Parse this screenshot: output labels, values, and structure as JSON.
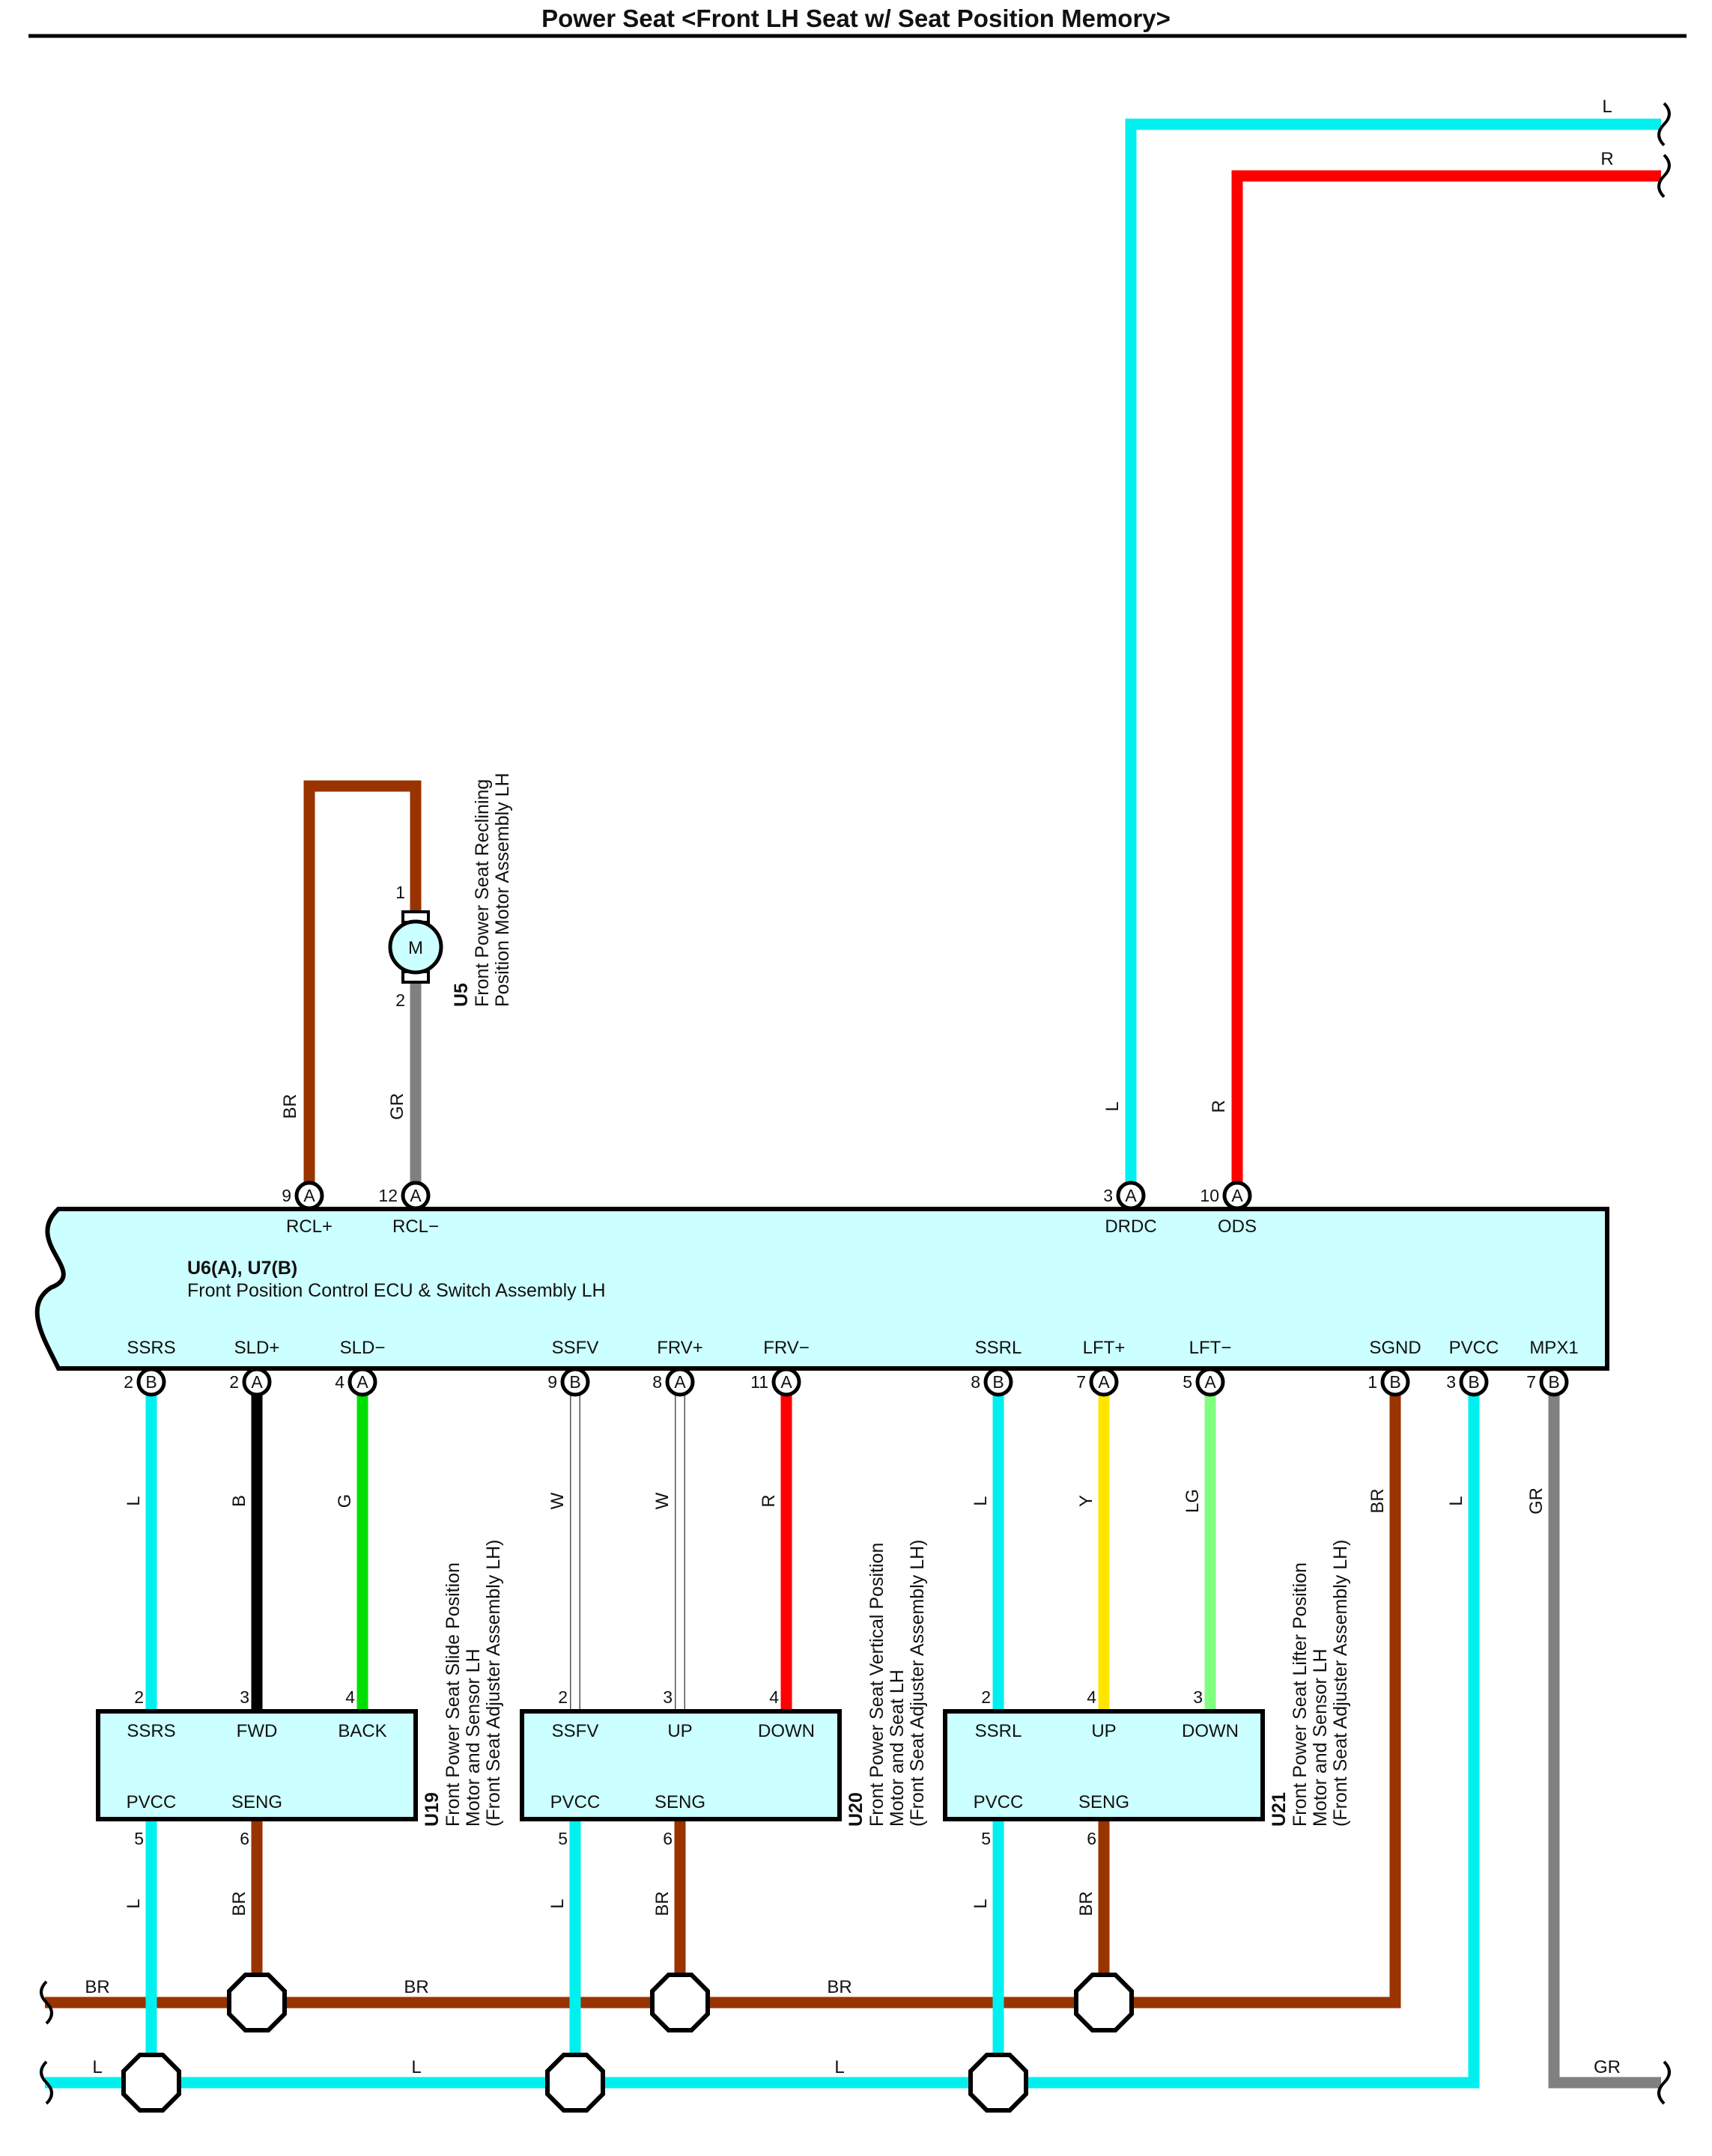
{
  "title": "Power Seat <Front LH Seat w/ Seat Position Memory>",
  "colors": {
    "L": "#00f0f0",
    "R": "#ff0000",
    "BR": "#993300",
    "GR": "#808080",
    "B": "#000000",
    "G": "#00e000",
    "W": "#ffffff",
    "Y": "#ffe600",
    "LG": "#80ff80",
    "body_fill": "#ccffff"
  },
  "ecu": {
    "id": "U6(A), U7(B)",
    "name": "Front Position Control ECU & Switch Assembly LH"
  },
  "motor": {
    "id": "U5",
    "name_line1": "Front Power Seat Reclining",
    "name_line2": "Position Motor Assembly LH",
    "symbol": "M",
    "pin1": "1",
    "pin2": "2"
  },
  "top_pins": [
    {
      "pin": "9",
      "conn": "A",
      "name": "RCL+",
      "wire": "BR"
    },
    {
      "pin": "12",
      "conn": "A",
      "name": "RCL−",
      "wire": "GR"
    },
    {
      "pin": "3",
      "conn": "A",
      "name": "DRDC",
      "wire": "L"
    },
    {
      "pin": "10",
      "conn": "A",
      "name": "ODS",
      "wire": "R"
    }
  ],
  "bottom_pins": [
    {
      "pin": "2",
      "conn": "B",
      "name": "SSRS",
      "wire": "L"
    },
    {
      "pin": "2",
      "conn": "A",
      "name": "SLD+",
      "wire": "B"
    },
    {
      "pin": "4",
      "conn": "A",
      "name": "SLD−",
      "wire": "G"
    },
    {
      "pin": "9",
      "conn": "B",
      "name": "SSFV",
      "wire": "W"
    },
    {
      "pin": "8",
      "conn": "A",
      "name": "FRV+",
      "wire": "W"
    },
    {
      "pin": "11",
      "conn": "A",
      "name": "FRV−",
      "wire": "R"
    },
    {
      "pin": "8",
      "conn": "B",
      "name": "SSRL",
      "wire": "L"
    },
    {
      "pin": "7",
      "conn": "A",
      "name": "LFT+",
      "wire": "Y"
    },
    {
      "pin": "5",
      "conn": "A",
      "name": "LFT−",
      "wire": "LG"
    },
    {
      "pin": "1",
      "conn": "B",
      "name": "SGND",
      "wire": "BR"
    },
    {
      "pin": "3",
      "conn": "B",
      "name": "PVCC",
      "wire": "L"
    },
    {
      "pin": "7",
      "conn": "B",
      "name": "MPX1",
      "wire": "GR"
    }
  ],
  "sensors": [
    {
      "id": "U19",
      "name_line1": "Front Power Seat Slide Position",
      "name_line2": "Motor and Sensor LH",
      "name_line3": "(Front Seat Adjuster Assembly LH)",
      "top": [
        {
          "pin": "2",
          "name": "SSRS"
        },
        {
          "pin": "3",
          "name": "FWD"
        },
        {
          "pin": "4",
          "name": "BACK"
        }
      ],
      "bottom": [
        {
          "pin": "5",
          "name": "PVCC",
          "wire": "L"
        },
        {
          "pin": "6",
          "name": "SENG",
          "wire": "BR"
        }
      ]
    },
    {
      "id": "U20",
      "name_line1": "Front Power Seat Vertical Position",
      "name_line2": "Motor and Seat LH",
      "name_line3": "(Front Seat Adjuster Assembly LH)",
      "top": [
        {
          "pin": "2",
          "name": "SSFV"
        },
        {
          "pin": "3",
          "name": "UP"
        },
        {
          "pin": "4",
          "name": "DOWN"
        }
      ],
      "bottom": [
        {
          "pin": "5",
          "name": "PVCC",
          "wire": "L"
        },
        {
          "pin": "6",
          "name": "SENG",
          "wire": "BR"
        }
      ]
    },
    {
      "id": "U21",
      "name_line1": "Front Power Seat Lifter Position",
      "name_line2": "Motor and Sensor LH",
      "name_line3": "(Front Seat Adjuster Assembly LH)",
      "top": [
        {
          "pin": "2",
          "name": "SSRL"
        },
        {
          "pin": "4",
          "name": "UP"
        },
        {
          "pin": "3",
          "name": "DOWN"
        }
      ],
      "bottom": [
        {
          "pin": "5",
          "name": "PVCC",
          "wire": "L"
        },
        {
          "pin": "6",
          "name": "SENG",
          "wire": "BR"
        }
      ]
    }
  ],
  "offpage": {
    "top_L": "L",
    "top_R": "R",
    "bottom_GR": "GR"
  },
  "bus": {
    "br_label": "BR",
    "l_label": "L"
  }
}
